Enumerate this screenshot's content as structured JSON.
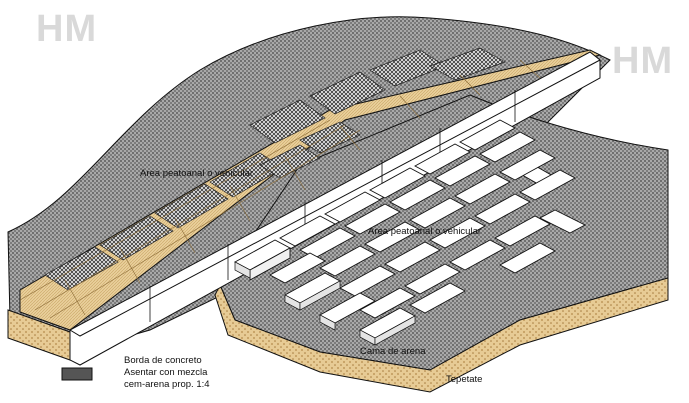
{
  "watermark": {
    "left_text": "HM",
    "right_text": "HM"
  },
  "labels": {
    "area_left": "Area peatoanal o vehicular",
    "area_right": "Area peatoanal o vehicular",
    "border_line1": "Borda de concreto",
    "border_line2": "Asentar con mezcla",
    "border_line3": "cem-arena prop. 1:4",
    "sand_bed": "Cama de arena",
    "subgrade": "Tepetate"
  },
  "colors": {
    "ground_fill": "#8f8f8f",
    "tan_tile": "#e8c88e",
    "hatched_tile": "#5a5a5a",
    "paver_fill": "#ffffff",
    "soil_fill": "#e6c893",
    "outline": "#111111",
    "watermark": "#d9d9d9"
  }
}
